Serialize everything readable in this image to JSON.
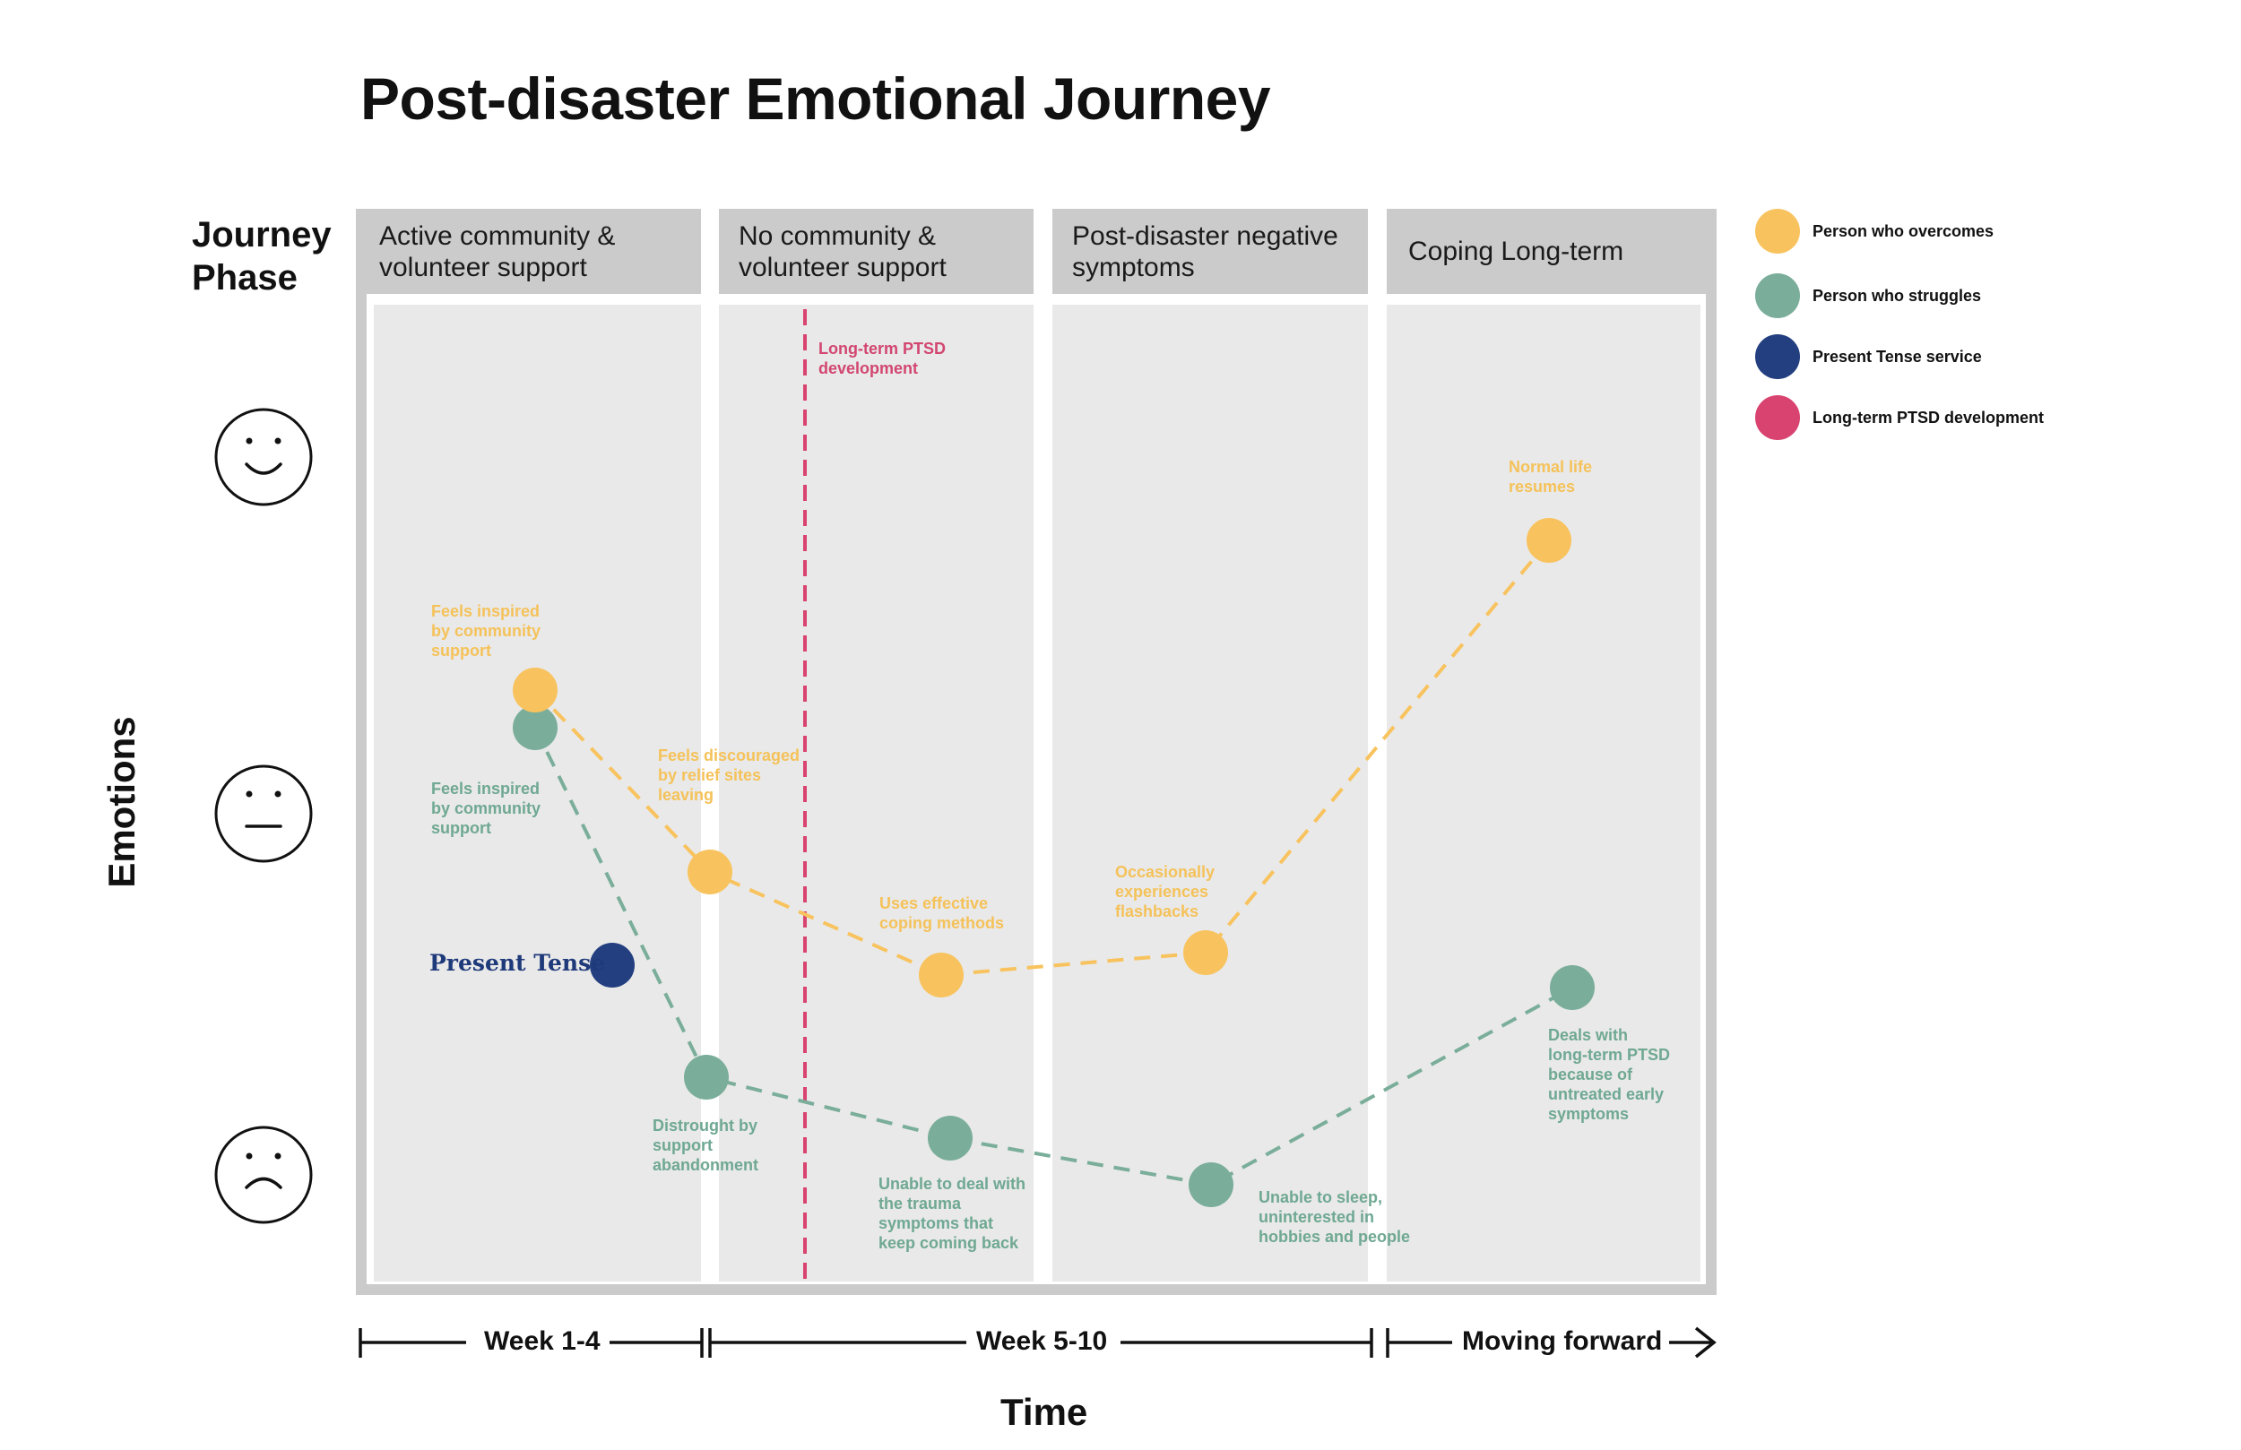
{
  "title": "Post-disaster Emotional Journey",
  "phase_heading": "Journey Phase",
  "phases": [
    {
      "line1": "Active community &",
      "line2": "volunteer support"
    },
    {
      "line1": "No community &",
      "line2": "volunteer support"
    },
    {
      "line1": "Post-disaster negative",
      "line2": "symptoms"
    },
    {
      "line1": "Coping Long-term",
      "line2": ""
    }
  ],
  "emotion_faces": [
    "happy-face",
    "neutral-face",
    "sad-face"
  ],
  "y_axis_label": "Emotions",
  "x_axis_label": "Time",
  "time_periods": [
    "Week 1-4",
    "Week 5-10",
    "Moving forward"
  ],
  "legend": [
    {
      "label": "Person who overcomes",
      "color": "#f8c35e"
    },
    {
      "label": "Person who struggles",
      "color": "#7aae9a"
    },
    {
      "label": "Present Tense service",
      "color": "#233f80"
    },
    {
      "label": "Long-term PTSD development",
      "color": "#d8436f"
    }
  ],
  "colors": {
    "overcomes": "#f8c35e",
    "struggles": "#7aae9a",
    "service": "#233f80",
    "ptsd": "#d8436f",
    "panel": "#e9e9e9",
    "header": "#cbcbcb"
  },
  "ptsd_marker": {
    "line1": "Long-term PTSD",
    "line2": "development"
  },
  "present_tense_label": "Present Tense",
  "overcomes_annotations": [
    [
      "Feels inspired",
      "by community",
      "support"
    ],
    [
      "Feels discouraged",
      "by relief sites",
      "leaving"
    ],
    [
      "Uses effective",
      "coping methods"
    ],
    [
      "Occasionally",
      "experiences",
      "flashbacks"
    ],
    [
      "Normal life",
      "resumes"
    ]
  ],
  "struggles_annotations": [
    [
      "Feels inspired",
      "by community",
      "support"
    ],
    [
      "Distrought by",
      "support",
      "abandonment"
    ],
    [
      "Unable to deal with",
      "the trauma",
      "symptoms that",
      "keep coming back"
    ],
    [
      "Unable to sleep,",
      "uninterested in",
      "hobbies and people"
    ],
    [
      "Deals with",
      "long-term PTSD",
      "because of",
      "untreated early",
      "symptoms"
    ]
  ]
}
